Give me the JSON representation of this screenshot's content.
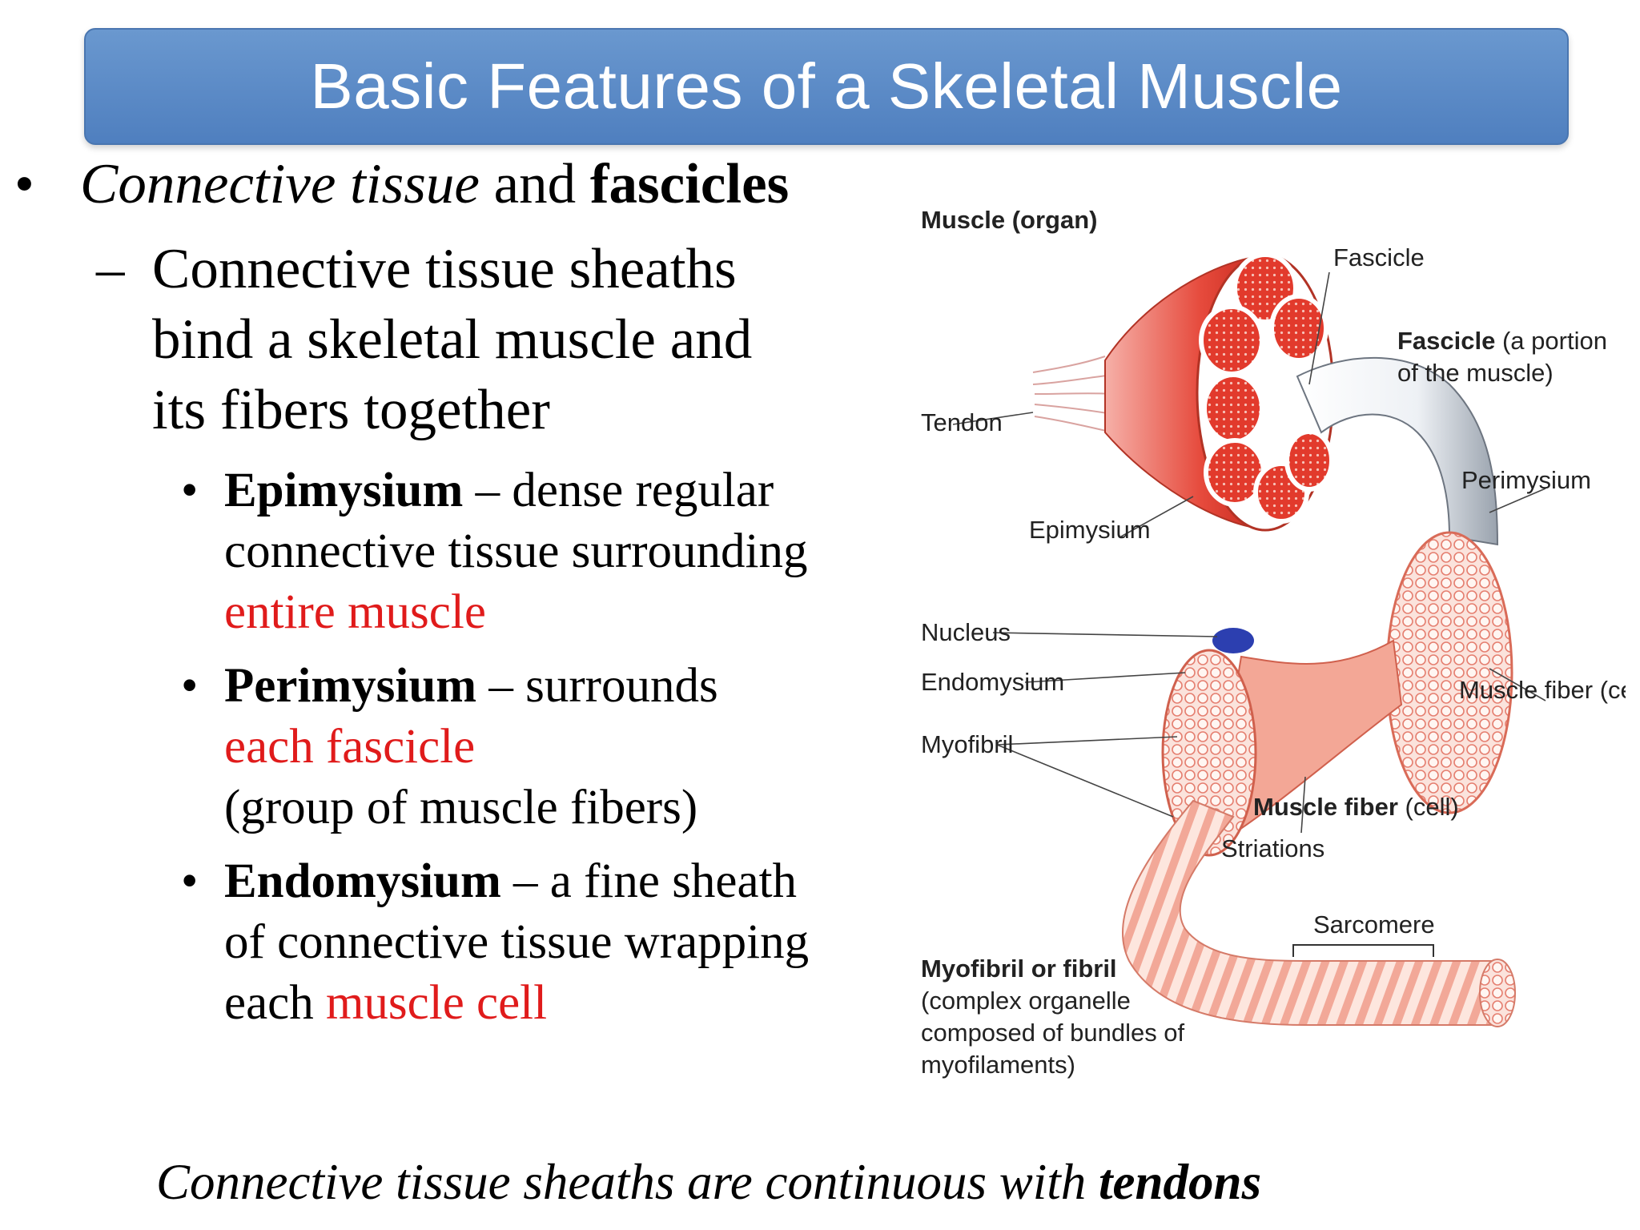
{
  "slide": {
    "title": "Basic Features of a Skeletal Muscle"
  },
  "bullets": {
    "l1_marker": "•",
    "l1_italic": "Connective tissue",
    "l1_and": " and ",
    "l1_bold": "fascicles",
    "l2_marker": "–",
    "l2_line1": "Connective tissue sheaths",
    "l2_line2": "bind a skeletal muscle and",
    "l2_line3": "its fibers together",
    "epi": {
      "marker": "•",
      "term": "Epimysium",
      "rest1": " – dense regular",
      "line2": "connective tissue surrounding",
      "line3_red": "entire muscle"
    },
    "peri": {
      "marker": "•",
      "term": "Perimysium",
      "rest1": " – surrounds",
      "line2_red": "each fascicle",
      "line3": "(group of muscle fibers)"
    },
    "endo": {
      "marker": "•",
      "term": "Endomysium",
      "rest1": " – a fine sheath",
      "line2": "of connective tissue wrapping",
      "line3_plain": "each ",
      "line3_red": "muscle cell"
    }
  },
  "figure": {
    "muscle_organ": "Muscle (organ)",
    "fascicle": "Fascicle",
    "fascicle_portion_bold": "Fascicle",
    "fascicle_portion_rest": " (a portion",
    "fascicle_portion_line2": "of the muscle)",
    "tendon": "Tendon",
    "perimysium": "Perimysium",
    "epimysium": "Epimysium",
    "nucleus": "Nucleus",
    "endomysium": "Endomysium",
    "muscle_fiber_cell": "Muscle fiber (cell)",
    "myofibril": "Myofibril",
    "muscle_fiber_bold": "Muscle fiber",
    "muscle_fiber_rest": " (cell)",
    "striations": "Striations",
    "sarcomere": "Sarcomere",
    "myofibril_or_fibril": "Myofibril or fibril",
    "complex_organelle": "(complex organelle",
    "composed_of": "composed of bundles of",
    "myofilaments": "myofilaments)"
  },
  "caption": {
    "italic": "Connective tissue sheaths are continuous with ",
    "bold": "tendons"
  }
}
